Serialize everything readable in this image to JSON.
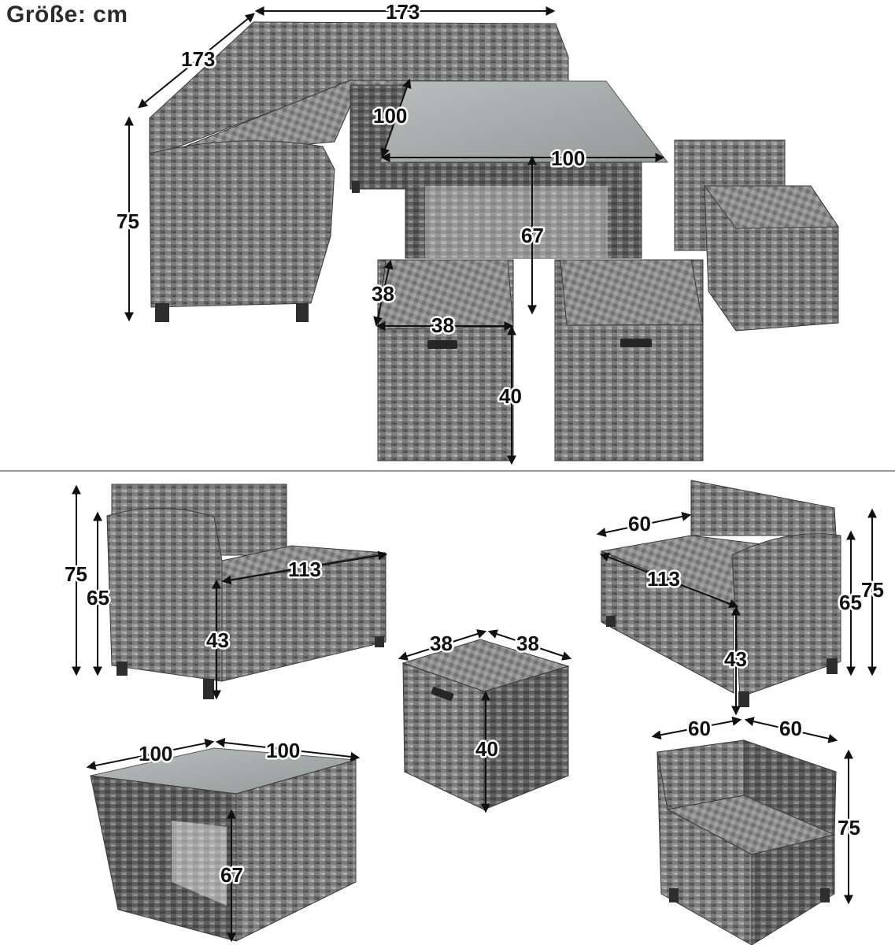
{
  "header": {
    "title": "Größe: cm"
  },
  "colors": {
    "wicker": "#7b7b7b",
    "wicker_dark": "#4f4f4f",
    "wicker_light": "#a9a9a9",
    "glass": "#a7abab",
    "leg": "#2e2e2e",
    "arrow": "#111111"
  },
  "icons": {
    "arrow": "double-arrow-icon",
    "handle": "handle-icon"
  },
  "dimensions": {
    "sofa_width": "173",
    "sofa_depth": "173",
    "sofa_height": "75",
    "table_depth": "100",
    "table_width": "100",
    "table_height": "67",
    "stool_depth": "38",
    "stool_width": "38",
    "stool_height": "40",
    "bench_l_height_total": "75",
    "bench_l_height_arm": "65",
    "bench_l_length": "113",
    "bench_l_seat": "43",
    "bench_r_depth": "60",
    "bench_r_length": "113",
    "bench_r_height_arm": "65",
    "bench_r_height_total": "75",
    "bench_r_seat": "43",
    "single_stool_depth": "38",
    "single_stool_width": "38",
    "single_stool_height": "40",
    "single_table_depth": "100",
    "single_table_width": "100",
    "single_table_height": "67",
    "corner_depth": "60",
    "corner_width": "60",
    "corner_height": "75"
  }
}
